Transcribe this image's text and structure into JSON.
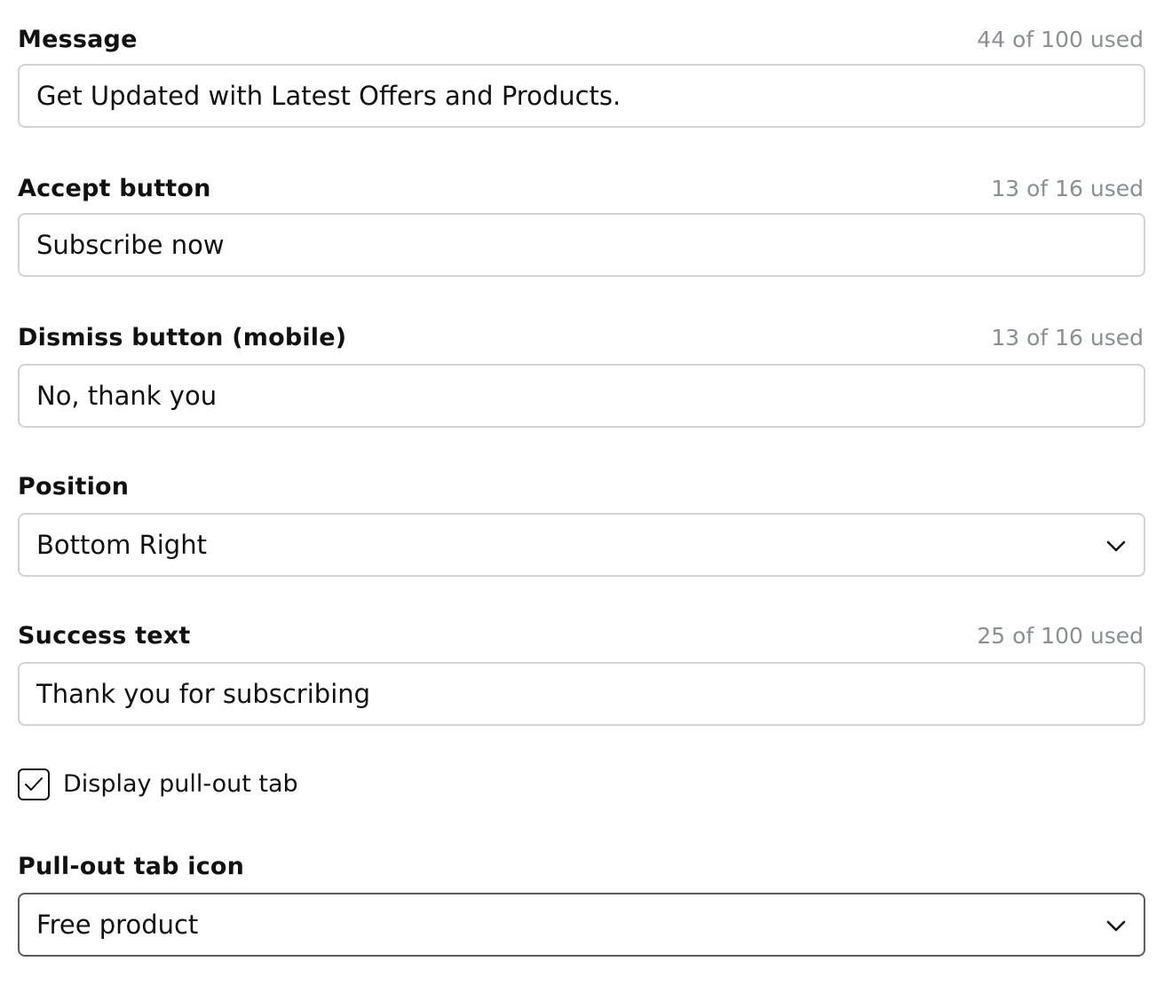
{
  "message": {
    "label": "Message",
    "counter": "44 of 100 used",
    "value": "Get Updated with Latest Offers and Products."
  },
  "accept_button": {
    "label": "Accept button",
    "counter": "13 of 16 used",
    "value": "Subscribe now"
  },
  "dismiss_button": {
    "label": "Dismiss button (mobile)",
    "counter": "13 of 16 used",
    "value": "No, thank you"
  },
  "position": {
    "label": "Position",
    "selected": "Bottom Right"
  },
  "success_text": {
    "label": "Success text",
    "counter": "25 of 100 used",
    "value": "Thank you for subscribing"
  },
  "pull_out_tab": {
    "label": "Display pull-out tab",
    "checked": true
  },
  "pull_out_tab_icon": {
    "label": "Pull-out tab icon",
    "selected": "Free product"
  },
  "icons": {
    "dropdown": "chevron-down-icon",
    "check": "checkmark-icon"
  },
  "colors": {
    "text": "#111111",
    "counter": "#8a8f94",
    "border": "#d0d3d6",
    "border_focused": "#5a5d60"
  }
}
